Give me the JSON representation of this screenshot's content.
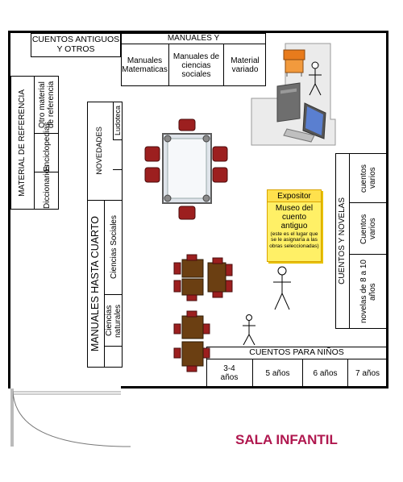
{
  "top_shelves": {
    "cuentos_antiguos": "CUENTOS ANTIGUOS Y OTROS",
    "manuales_y": "MANUALES Y",
    "sections": [
      "Manuales Matematicas",
      "Manuales de ciencias sociales",
      "Material variado"
    ]
  },
  "left_shelf": {
    "title": "MATERIAL DE REFERENCIA",
    "sections": [
      "Otro material de referencia",
      "Enciclopedias",
      "Diccionarios"
    ]
  },
  "center_shelf": {
    "novedades": "NOVEDADES",
    "ludoteca": "Ludoteca",
    "manuales": "MANUALES HASTA CUARTO",
    "sections": [
      "Ciencias Sociales",
      "Ciencias naturales"
    ]
  },
  "right_shelf": {
    "title": "CUENTOS Y NOVELAS",
    "sections": [
      "cuentos varios",
      "Cuentos varios",
      "novelas de 8 a 10 años"
    ]
  },
  "expositor": {
    "title": "Expositor",
    "label": "Museo del cuento antiguo",
    "note": "(este es el lugar que se le asignaría a las obras seleccionadas)"
  },
  "bottom_shelf": {
    "title": "CUENTOS PARA NIÑOS",
    "sections": [
      "3-4 años",
      "5 años",
      "6 años",
      "7 años"
    ]
  },
  "room_title": "SALA INFANTIL",
  "colors": {
    "chair": "#9c1f1f",
    "table": "#6b3f12",
    "expositor": "#fff066",
    "title": "#b0184f"
  }
}
